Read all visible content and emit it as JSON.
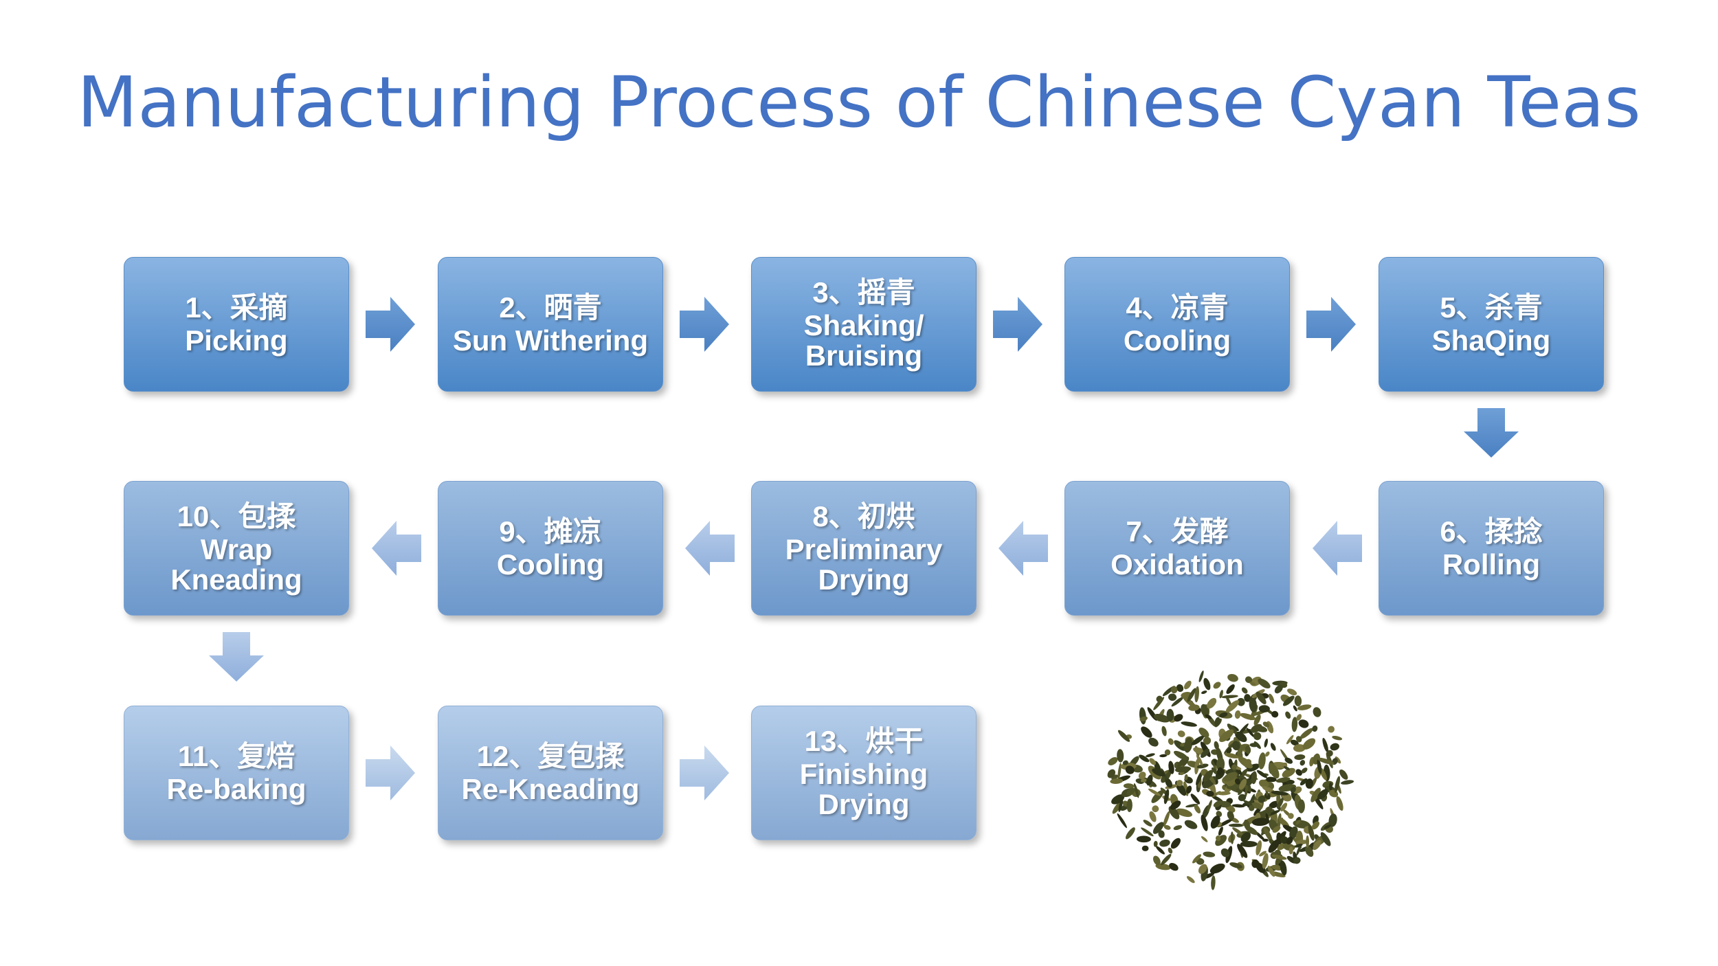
{
  "title": "Manufacturing Process of Chinese Cyan Teas",
  "colors": {
    "title": "#4472C4",
    "row1": "#4a86c7",
    "row2": "#6d98cb",
    "row3": "#86a8d2",
    "leaf_dark": "#3c4322",
    "leaf_olive": "#6b6a35"
  },
  "steps": [
    {
      "zh": "1、采摘",
      "en": [
        "Picking"
      ]
    },
    {
      "zh": "2、晒青",
      "en": [
        "Sun Withering"
      ]
    },
    {
      "zh": "3、摇青",
      "en": [
        "Shaking/",
        "Bruising"
      ]
    },
    {
      "zh": "4、凉青",
      "en": [
        "Cooling"
      ]
    },
    {
      "zh": "5、杀青",
      "en": [
        "ShaQing"
      ]
    },
    {
      "zh": "6、揉捻",
      "en": [
        "Rolling"
      ]
    },
    {
      "zh": "7、发酵",
      "en": [
        "Oxidation"
      ]
    },
    {
      "zh": "8、初烘",
      "en": [
        "Preliminary",
        "Drying"
      ]
    },
    {
      "zh": "9、摊凉",
      "en": [
        "Cooling"
      ]
    },
    {
      "zh": "10、包揉",
      "en": [
        "Wrap",
        "Kneading"
      ]
    },
    {
      "zh": "11、复焙",
      "en": [
        "Re-baking"
      ]
    },
    {
      "zh": "12、复包揉",
      "en": [
        "Re-Kneading"
      ]
    },
    {
      "zh": "13、烘干",
      "en": [
        "Finishing",
        "Drying"
      ]
    }
  ],
  "image": {
    "icon": "tea-leaves-pile"
  }
}
